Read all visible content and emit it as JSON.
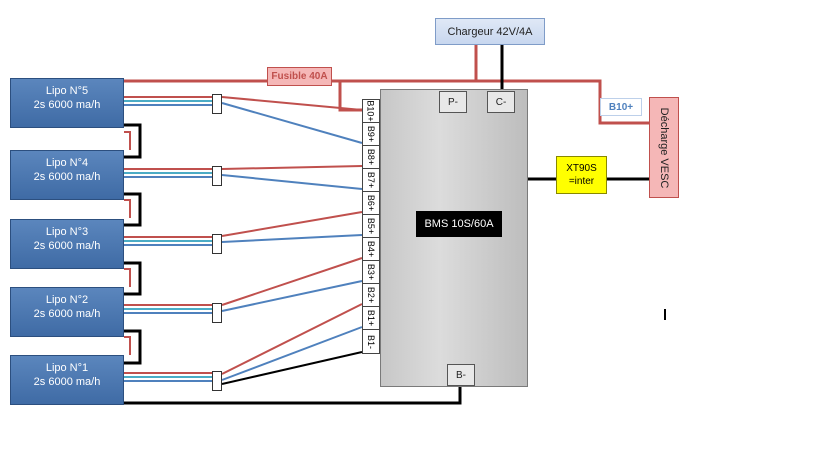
{
  "charger": {
    "label": "Chargeur 42V/4A"
  },
  "fuse": {
    "label": "Fusible 40A"
  },
  "b10_tag": {
    "label": "B10+"
  },
  "vesc": {
    "label": "Décharge VESC"
  },
  "xt90": {
    "line1": "XT90S",
    "line2": "=inter"
  },
  "bms": {
    "label": "BMS 10S/60A",
    "pads": {
      "p_minus": "P-",
      "c_minus": "C-",
      "b_minus": "B-"
    },
    "balance_pins": [
      "B10+",
      "B9+",
      "B8+",
      "B7+",
      "B6+",
      "B5+",
      "B4+",
      "B3+",
      "B2+",
      "B1+",
      "B1-"
    ]
  },
  "lipos": [
    {
      "name": "Lipo N°5",
      "capacity": "2s   6000 ma/h"
    },
    {
      "name": "Lipo N°4",
      "capacity": "2s   6000 ma/h"
    },
    {
      "name": "Lipo N°3",
      "capacity": "2s   6000 ma/h"
    },
    {
      "name": "Lipo N°2",
      "capacity": "2s   6000 ma/h"
    },
    {
      "name": "Lipo N°1",
      "capacity": "2s   6000 ma/h"
    }
  ],
  "colors": {
    "red_wire": "#c0504d",
    "blue_wire": "#4f81bd",
    "black_wire": "#000000",
    "balance_teal": "#4bacc6"
  }
}
